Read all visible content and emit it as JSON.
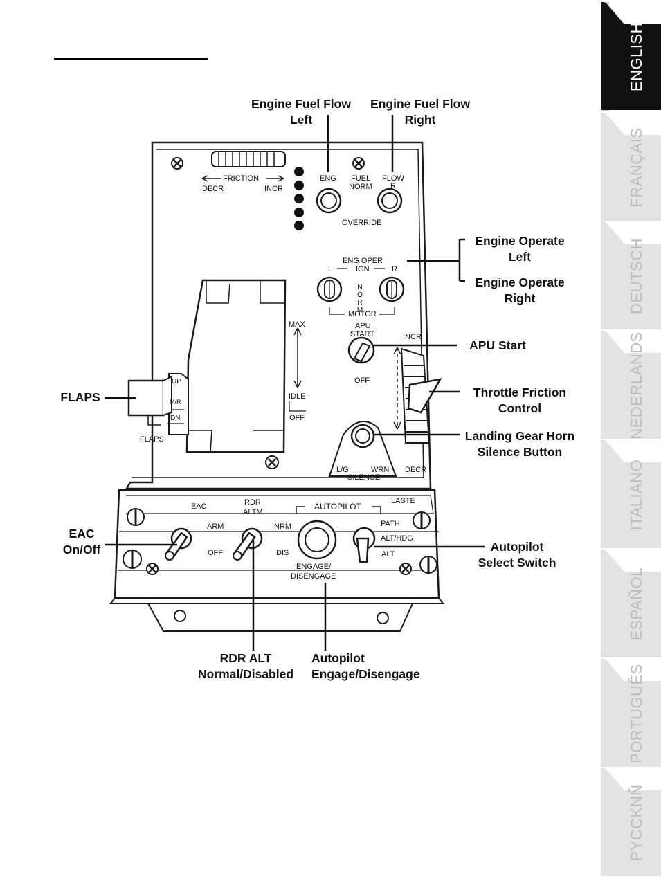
{
  "callouts": {
    "fuel_left": [
      "Engine Fuel Flow",
      "Left"
    ],
    "fuel_right": [
      "Engine Fuel Flow",
      "Right"
    ],
    "eng_oper_left": [
      "Engine Operate",
      "Left"
    ],
    "eng_oper_right": [
      "Engine Operate",
      "Right"
    ],
    "apu_start": [
      "APU Start"
    ],
    "throttle_friction": [
      "Throttle Friction",
      "Control"
    ],
    "gear_horn": [
      "Landing Gear Horn",
      "Silence Button"
    ],
    "flaps": [
      "FLAPS"
    ],
    "eac": [
      "EAC",
      "On/Off"
    ],
    "autopilot_select": [
      "Autopilot",
      "Select Switch"
    ],
    "rdr_alt": [
      "RDR ALT",
      "Normal/Disabled"
    ],
    "autopilot_engage": [
      "Autopilot",
      "Engage/Disengage"
    ]
  },
  "panel": {
    "friction": "FRICTION",
    "decr": "DECR",
    "incr": "INCR",
    "eng": "ENG",
    "fuel": "FUEL",
    "norm": "NORM",
    "flow": "FLOW",
    "r": "R",
    "override": "OVERRIDE",
    "eng_oper": "ENG OPER",
    "ign": "IGN",
    "l": "L",
    "norm_vertical": "NORM",
    "motor": "MOTOR",
    "apu": "APU",
    "start": "START",
    "off": "OFF",
    "max": "MAX",
    "idle": "IDLE",
    "up": "UP",
    "mr": "M/R",
    "dn": "DN",
    "flaps": "FLAPS",
    "lg": "L/G",
    "wrn": "WRN",
    "silence": "SILENCE",
    "eac": "EAC",
    "rdr": "RDR",
    "altm": "ALTM",
    "autopilot": "AUTOPILOT",
    "laste": "LASTE",
    "arm": "ARM",
    "nrm": "NRM",
    "dis": "DIS",
    "path": "PATH",
    "alt_hdg": "ALT/HDG",
    "alt": "ALT",
    "engage": "ENGAGE/",
    "disengage": "DISENGAGE"
  },
  "tabs": [
    {
      "label": "ENGLISH",
      "active": true
    },
    {
      "label": "FRANÇAIS",
      "active": false
    },
    {
      "label": "DEUTSCH",
      "active": false
    },
    {
      "label": "NEDERLANDS",
      "active": false
    },
    {
      "label": "ITALIANO",
      "active": false
    },
    {
      "label": "ESPAÑOL",
      "active": false
    },
    {
      "label": "PORTUGUÊS",
      "active": false
    },
    {
      "label": "PYCCKNŇ",
      "active": false
    }
  ],
  "colors": {
    "active_tab": "#111111",
    "active_tab_text": "#ffffff",
    "inactive_tab": "#e3e3e3",
    "inactive_tab_text": "#bdbdbd",
    "panel_fill": "#ffffff",
    "panel_stroke": "#1a1a1a"
  }
}
